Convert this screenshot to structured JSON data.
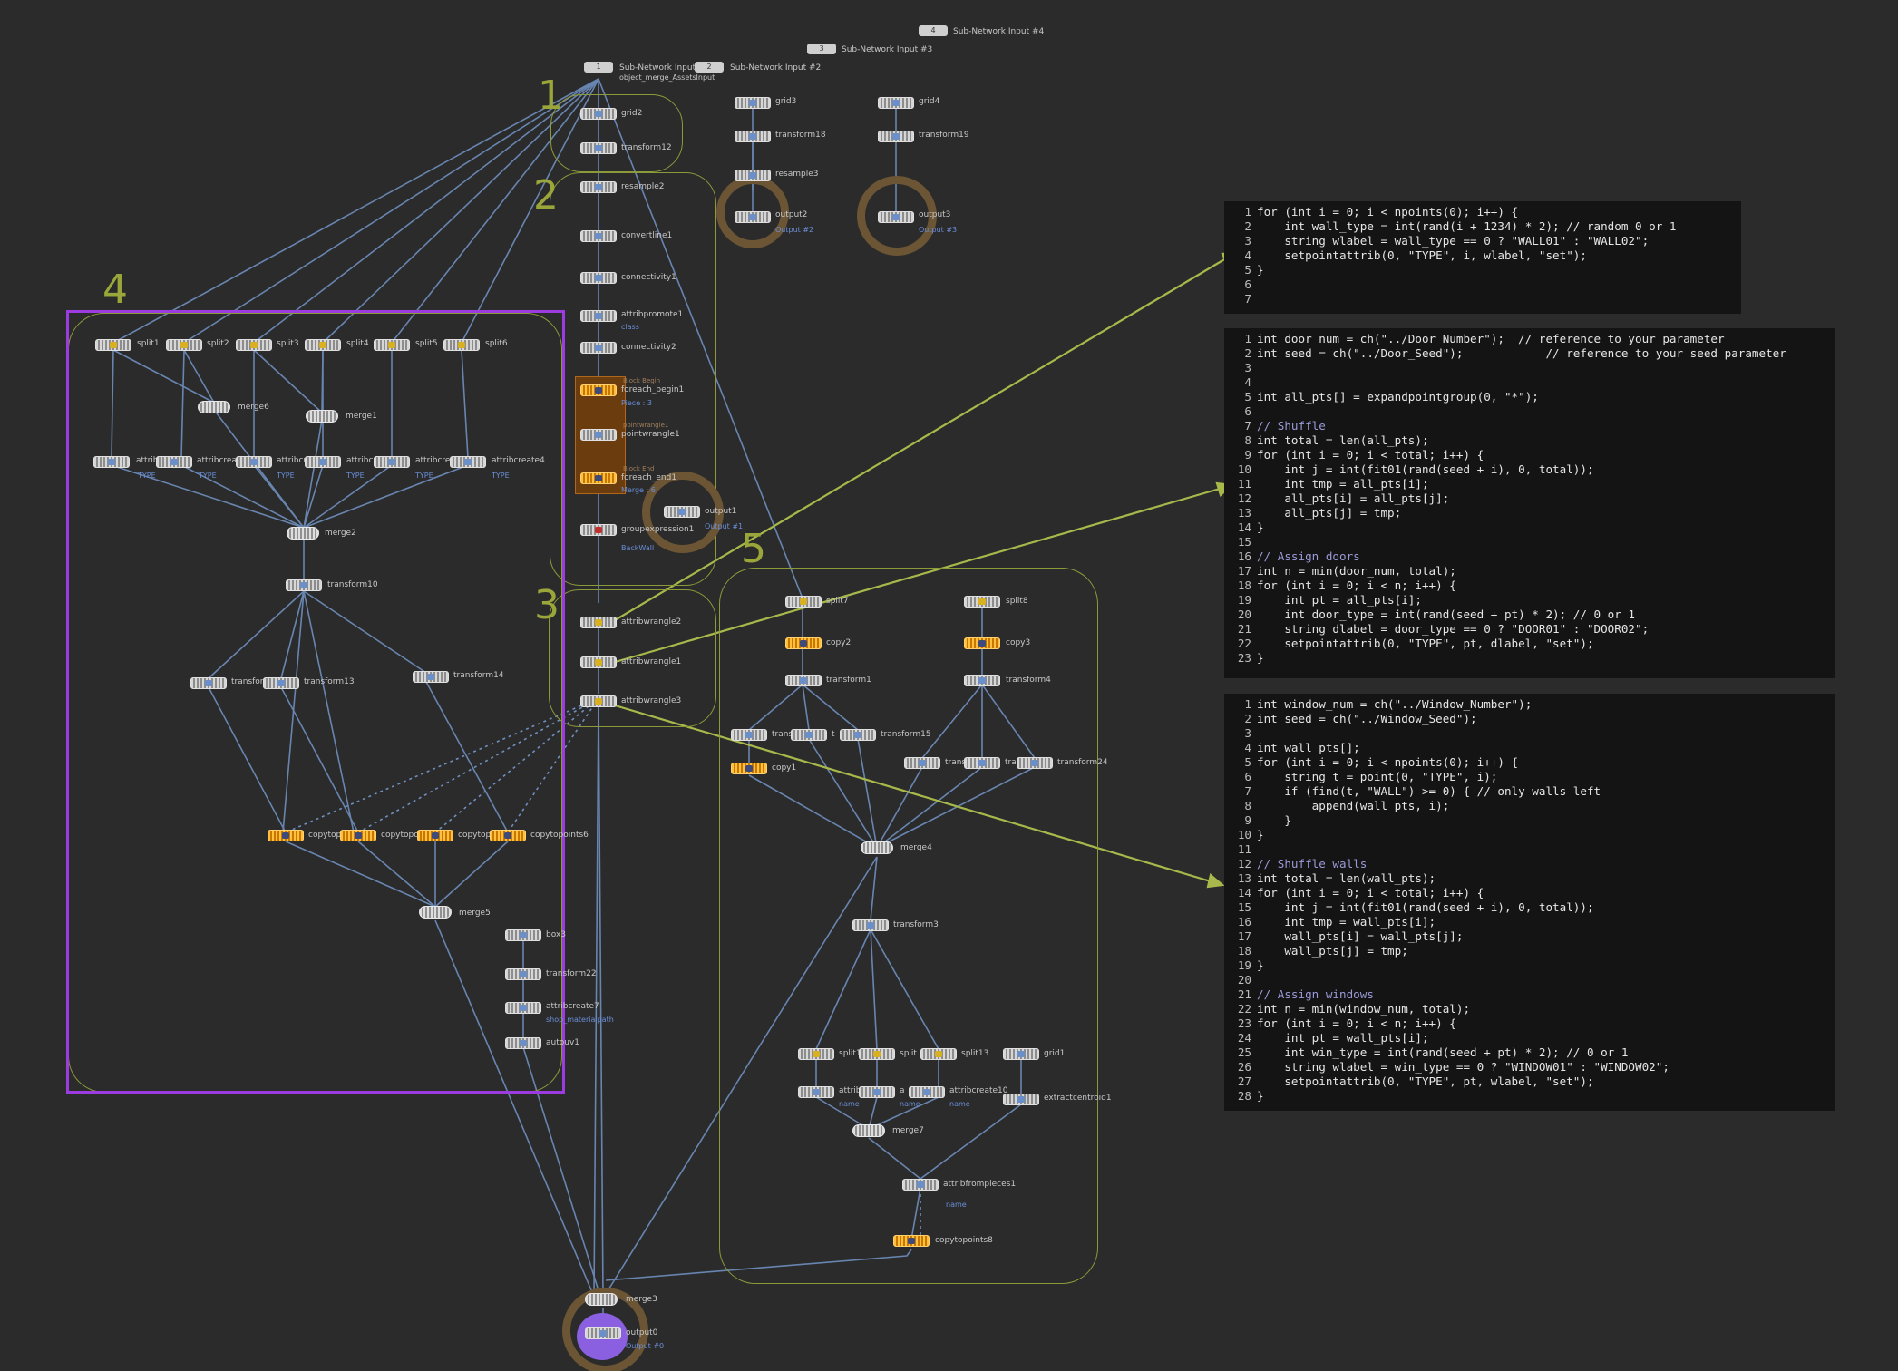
{
  "inputs": [
    {
      "num": "1",
      "label": "Sub-Network Input #1",
      "sub": "object_merge_AssetsInput"
    },
    {
      "num": "2",
      "label": "Sub-Network Input #2"
    },
    {
      "num": "3",
      "label": "Sub-Network Input #3"
    },
    {
      "num": "4",
      "label": "Sub-Network Input #4"
    }
  ],
  "group_numbers": [
    "1",
    "2",
    "3",
    "4",
    "5"
  ],
  "nodes": {
    "grid2": "grid2",
    "transform12": "transform12",
    "resample2": "resample2",
    "convertline1": "convertline1",
    "connectivity1": "connectivity1",
    "attribpromote1": "attribpromote1",
    "attribpromote1_sub": "class",
    "connectivity2": "connectivity2",
    "foreach_begin1": "foreach_begin1",
    "foreach_begin1_sub": "Piece : 3",
    "pointwrangle1": "pointwrangle1",
    "foreach_end1": "foreach_end1",
    "foreach_end1_sub": "Merge : 6",
    "groupexpression1": "groupexpression1",
    "groupexpression1_sub": "BackWall",
    "output1": "output1",
    "output1_sub": "Output #1",
    "grid3": "grid3",
    "transform18": "transform18",
    "resample3": "resample3",
    "output2": "output2",
    "output2_sub": "Output #2",
    "grid4": "grid4",
    "transform19": "transform19",
    "output3": "output3",
    "output3_sub": "Output #3",
    "attribwrangle2": "attribwrangle2",
    "attribwrangle1": "attribwrangle1",
    "attribwrangle3": "attribwrangle3",
    "split1": "split1",
    "split2": "split2",
    "split3": "split3",
    "split4": "split4",
    "split5": "split5",
    "split6": "split6",
    "merge6": "merge6",
    "merge1": "merge1",
    "ac1": "attrib",
    "ac2": "attribcreat",
    "ac3": "attribcre",
    "ac4": "attribcr",
    "ac5": "attribcre",
    "attribcreate4": "attribcreate4",
    "type": "TYPE",
    "merge2": "merge2",
    "transform10": "transform10",
    "transformA": "transform",
    "transform13": "transform13",
    "transform14": "transform14",
    "copytopA": "copytop",
    "copytopB": "copytopoi",
    "copytopC": "copytopo",
    "copytopoints6": "copytopoints6",
    "merge5": "merge5",
    "box3": "box3",
    "transform22": "transform22",
    "attribcreate7": "attribcreate7",
    "attribcreate7_sub": "shop_materialpath",
    "autouv1": "autouv1",
    "split7": "split7",
    "copy2": "copy2",
    "transform1": "transform1",
    "split8": "split8",
    "copy3": "copy3",
    "transform4": "transform4",
    "transA": "trans",
    "transB": "t",
    "transform15": "transform15",
    "copy1": "copy1",
    "transC": "trans",
    "transD": "tra",
    "transform24": "transform24",
    "merge4": "merge4",
    "transform3": "transform3",
    "split11": "split11",
    "splitX": "split",
    "split13": "split13",
    "grid1": "grid1",
    "attribA": "attrib",
    "attribB": "a",
    "attribcreate10": "attribcreate10",
    "name": "name",
    "extractcentroid1": "extractcentroid1",
    "merge7": "merge7",
    "attribfrompieces1": "attribfrompieces1",
    "copytopoints8": "copytopoints8",
    "merge3": "merge3",
    "output0": "output0",
    "output0_sub": "Output #0",
    "block_begin": "Block Begin",
    "pw_flag": "pointwrangle1",
    "block_end": "Block End"
  },
  "code_panels": [
    {
      "lines": [
        "for (int i = 0; i < npoints(0); i++) {",
        "    int wall_type = int(rand(i + 1234) * 2); // random 0 or 1",
        "    string wlabel = wall_type == 0 ? \"WALL01\" : \"WALL02\";",
        "    setpointattrib(0, \"TYPE\", i, wlabel, \"set\");",
        "}",
        "",
        ""
      ]
    },
    {
      "lines": [
        "int door_num = ch(\"../Door_Number\");  // reference to your parameter",
        "int seed = ch(\"../Door_Seed\");            // reference to your seed parameter",
        "",
        "",
        "int all_pts[] = expandpointgroup(0, \"*\");",
        "",
        "// Shuffle",
        "int total = len(all_pts);",
        "for (int i = 0; i < total; i++) {",
        "    int j = int(fit01(rand(seed + i), 0, total));",
        "    int tmp = all_pts[i];",
        "    all_pts[i] = all_pts[j];",
        "    all_pts[j] = tmp;",
        "}",
        "",
        "// Assign doors",
        "int n = min(door_num, total);",
        "for (int i = 0; i < n; i++) {",
        "    int pt = all_pts[i];",
        "    int door_type = int(rand(seed + pt) * 2); // 0 or 1",
        "    string dlabel = door_type == 0 ? \"DOOR01\" : \"DOOR02\";",
        "    setpointattrib(0, \"TYPE\", pt, dlabel, \"set\");",
        "}"
      ]
    },
    {
      "lines": [
        "int window_num = ch(\"../Window_Number\");",
        "int seed = ch(\"../Window_Seed\");",
        "",
        "int wall_pts[];",
        "for (int i = 0; i < npoints(0); i++) {",
        "    string t = point(0, \"TYPE\", i);",
        "    if (find(t, \"WALL\") >= 0) { // only walls left",
        "        append(wall_pts, i);",
        "    }",
        "}",
        "",
        "// Shuffle walls",
        "int total = len(wall_pts);",
        "for (int i = 0; i < total; i++) {",
        "    int j = int(fit01(rand(seed + i), 0, total));",
        "    int tmp = wall_pts[i];",
        "    wall_pts[i] = wall_pts[j];",
        "    wall_pts[j] = tmp;",
        "}",
        "",
        "// Assign windows",
        "int n = min(window_num, total);",
        "for (int i = 0; i < n; i++) {",
        "    int pt = wall_pts[i];",
        "    int win_type = int(rand(seed + pt) * 2); // 0 or 1",
        "    string wlabel = win_type == 0 ? \"WINDOW01\" : \"WINDOW02\";",
        "    setpointattrib(0, \"TYPE\", pt, wlabel, \"set\");",
        "}"
      ]
    }
  ],
  "colors": {
    "background": "#2b2b2b",
    "wire": "#6f8fbf",
    "annotation_line": "#a8b84a",
    "group_box": "#8d9a3a",
    "selection_box": "#9b3be0",
    "output_ring": "#6b5534",
    "orange_node": "#f0a020"
  }
}
